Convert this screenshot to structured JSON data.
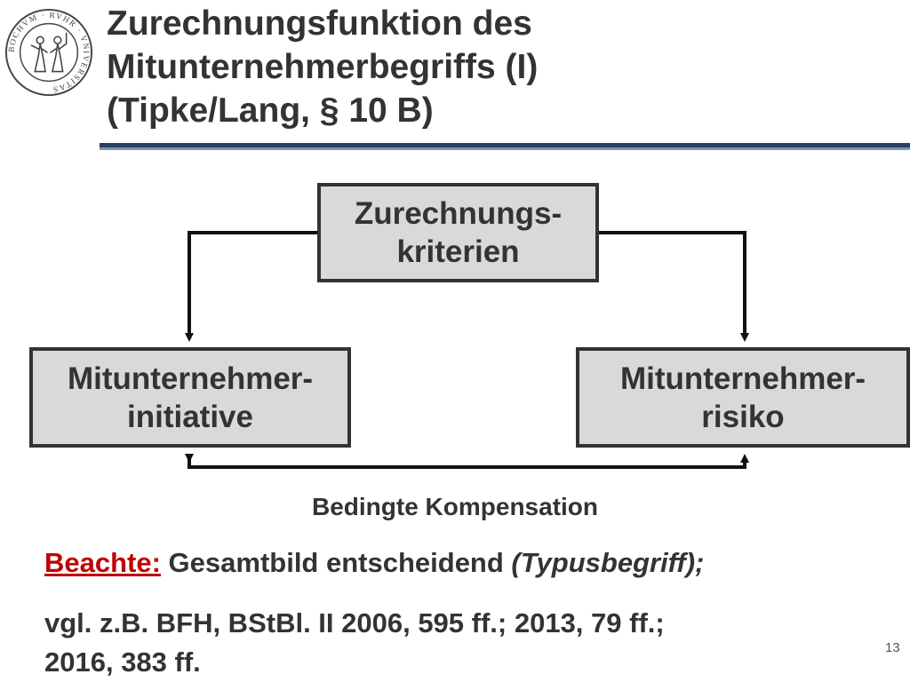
{
  "slide": {
    "title_lines": [
      "Zurechnungsfunktion des",
      "Mitunternehmerbegriffs (I)",
      "(Tipke/Lang, § 10 B)"
    ],
    "logo_text": "BOCHVM · RVHR · VNIVERSITAS"
  },
  "diagram": {
    "top_box": [
      "Zurechnungs-",
      "kriterien"
    ],
    "left_box": [
      "Mitunternehmer-",
      "initiative"
    ],
    "right_box": [
      "Mitunternehmer-",
      "risiko"
    ],
    "caption": "Bedingte Kompensation"
  },
  "notes": {
    "beachte_label": "Beachte:",
    "beachte_text": " Gesamtbild entscheidend ",
    "beachte_italic": "(Typusbegriff);",
    "reference_lines": [
      "vgl. z.B. BFH, BStBl. II 2006, 595 ff.; 2013, 79 ff.;",
      "2016, 383 ff."
    ]
  },
  "page_number": "13",
  "colors": {
    "text": "#333333",
    "box_fill": "#d9d9d9",
    "accent_red": "#c00000",
    "rule_dark": "#2a3f5f",
    "rule_light": "#7f93b3"
  }
}
